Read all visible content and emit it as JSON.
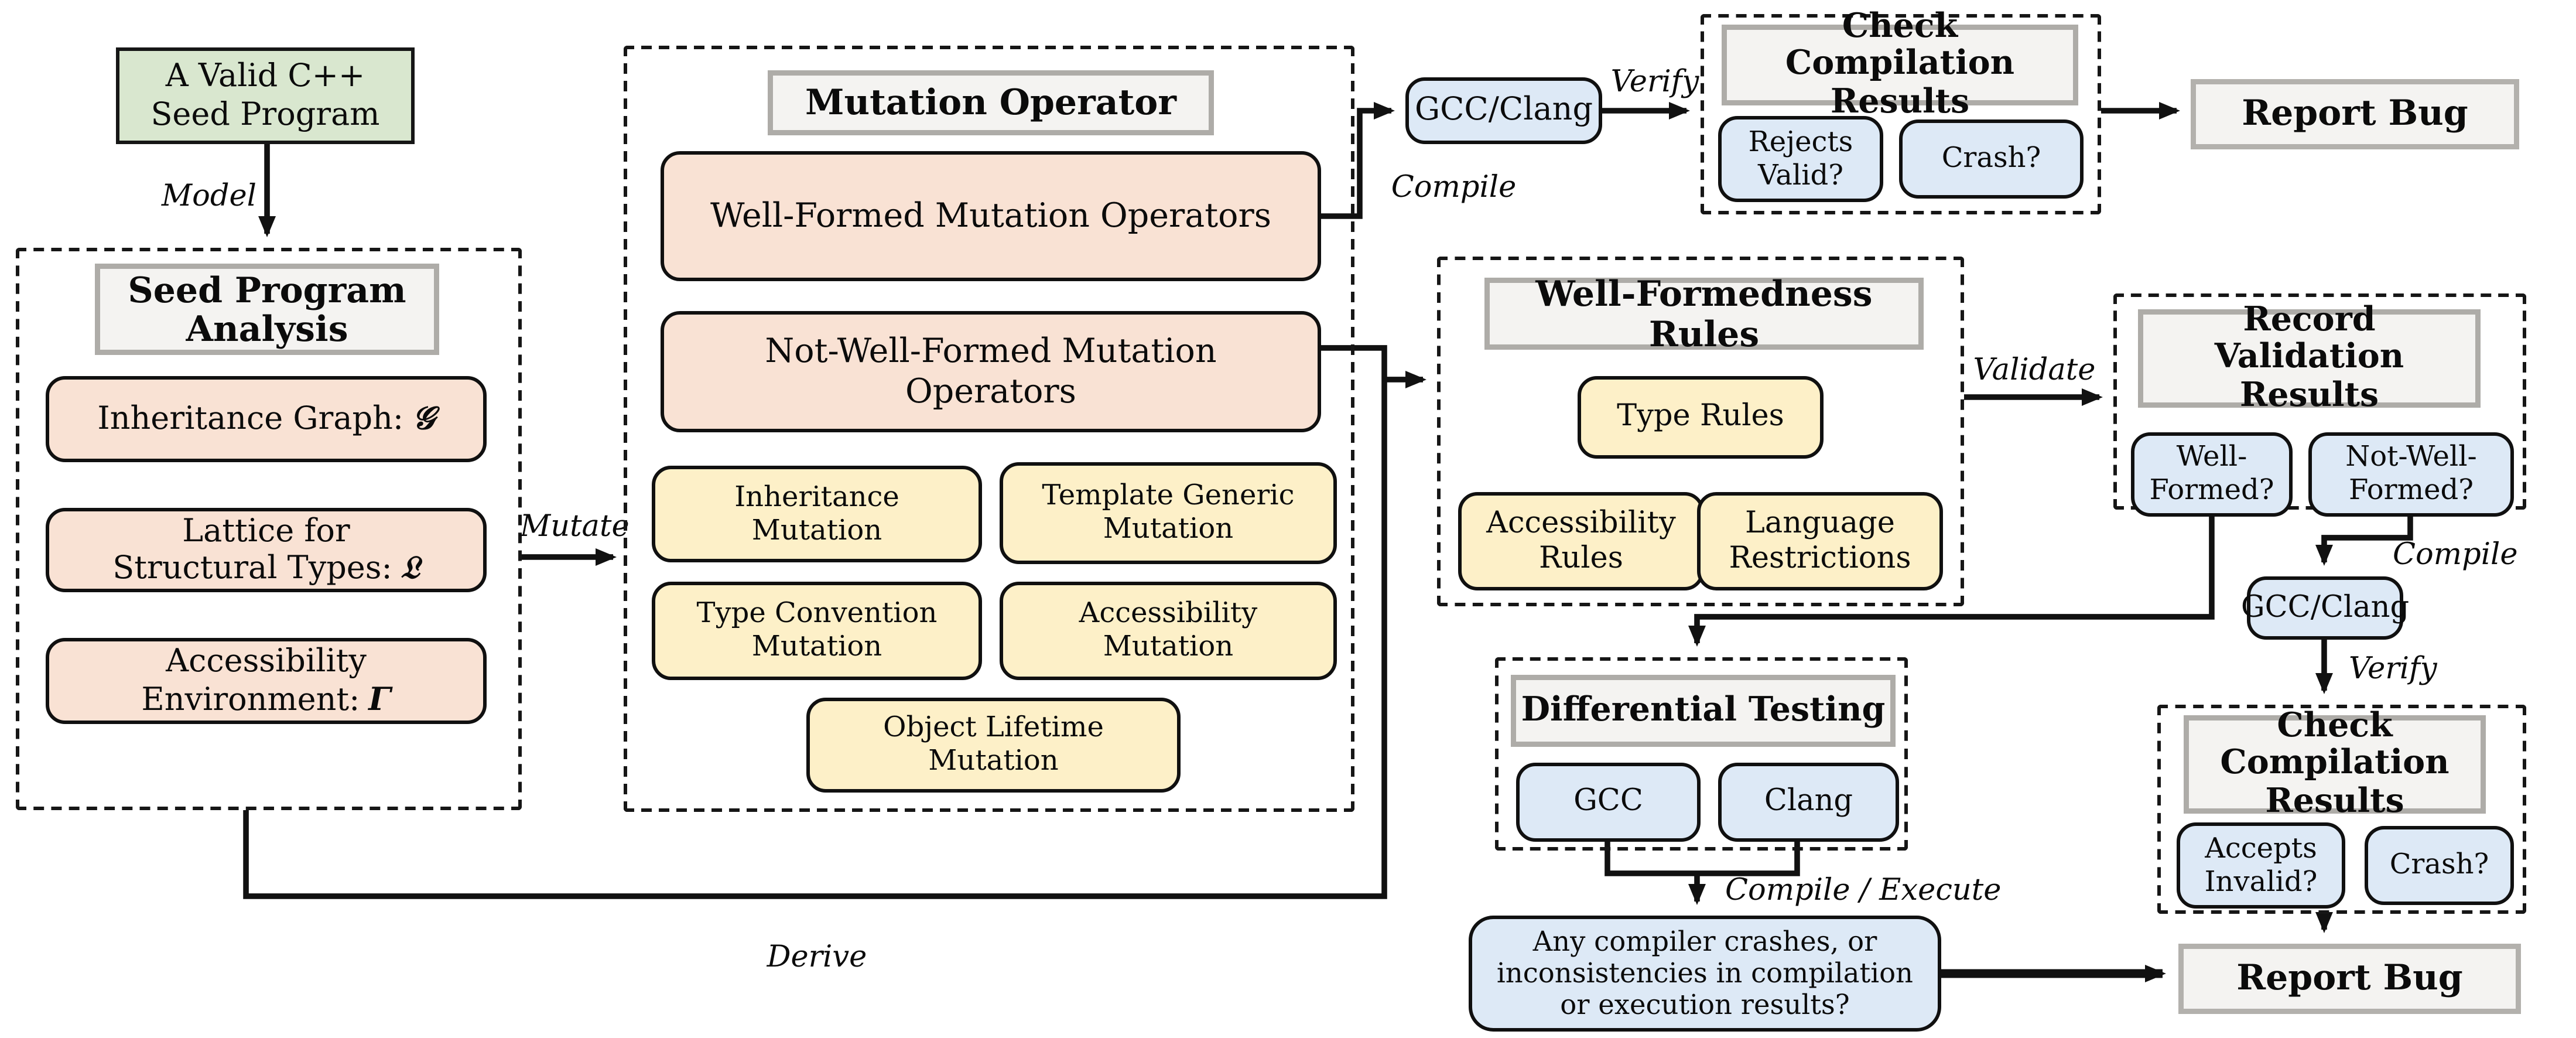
{
  "colors": {
    "seed_green_fill": "#d9e7cf",
    "salmon_fill": "#f9e2d4",
    "yellow_fill": "#fdf0c8",
    "blue_fill": "#dde9f6",
    "gray_header_fill": "#f4f3f1",
    "gray_header_border": "#aeaca8",
    "line_color": "#111111"
  },
  "nodes": {
    "seed_program": "A Valid C++ Seed Program",
    "seed_analysis": {
      "title": "Seed Program Analysis",
      "items": [
        {
          "label": "Inheritance Graph:",
          "symbol": "𝒢"
        },
        {
          "label": "Lattice for Structural Types:",
          "symbol": "𝔏"
        },
        {
          "label": "Accessibility Environment:",
          "symbol": "Γ"
        }
      ]
    },
    "mutation_operator": {
      "title": "Mutation Operator",
      "well_formed": "Well-Formed Mutation Operators",
      "not_well_formed": "Not-Well-Formed Mutation Operators",
      "mutations": [
        "Inheritance Mutation",
        "Template Generic Mutation",
        "Type Convention Mutation",
        "Accessibility Mutation",
        "Object Lifetime Mutation"
      ]
    },
    "gcc_clang_top": "GCC/Clang",
    "check_compilation_top": {
      "title": "Check Compilation Results",
      "checks": [
        "Rejects Valid?",
        "Crash?"
      ]
    },
    "report_bug_top": "Report Bug",
    "well_formedness_rules": {
      "title": "Well-Formedness Rules",
      "rules": [
        "Type Rules",
        "Accessibility Rules",
        "Language Restrictions"
      ]
    },
    "record_validation": {
      "title": "Record Validation Results",
      "outcomes": [
        "Well-Formed?",
        "Not-Well-Formed?"
      ]
    },
    "gcc_clang_right": "GCC/Clang",
    "check_compilation_bottom": {
      "title": "Check Compilation Results",
      "checks": [
        "Accepts Invalid?",
        "Crash?"
      ]
    },
    "differential_testing": {
      "title": "Differential Testing",
      "compilers": [
        "GCC",
        "Clang"
      ]
    },
    "diff_question": "Any compiler crashes, or inconsistencies in compilation or execution results?",
    "report_bug_bottom": "Report Bug"
  },
  "edge_labels": {
    "model": "Model",
    "mutate": "Mutate",
    "derive": "Derive",
    "compile_top": "Compile",
    "verify_top": "Verify",
    "validate": "Validate",
    "compile_right": "Compile",
    "verify_right": "Verify",
    "compile_execute": "Compile / Execute"
  }
}
